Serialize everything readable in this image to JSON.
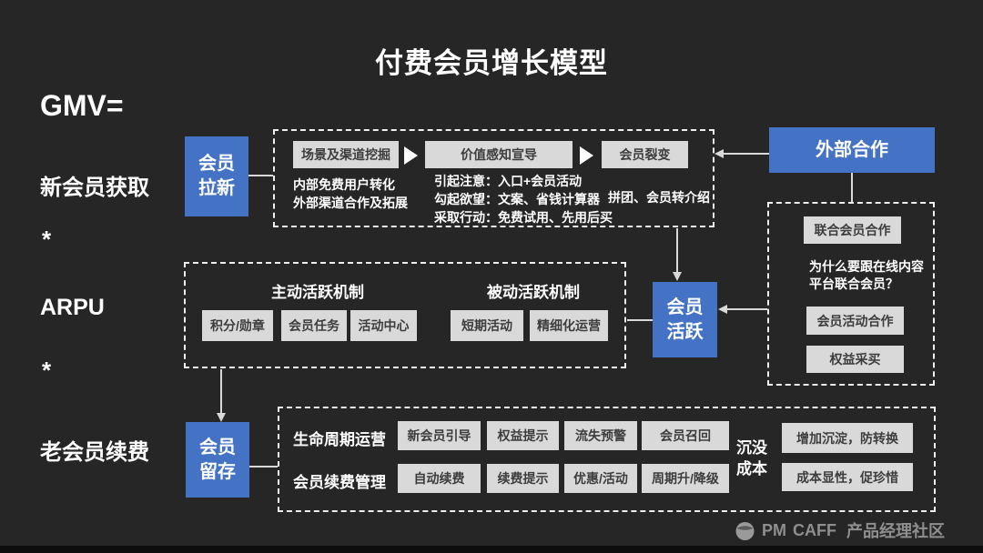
{
  "title": "付费会员增长模型",
  "formula": {
    "gmv": "GMV=",
    "new_member": "新会员获取",
    "times1": "*",
    "arpu": "ARPU",
    "times2": "*",
    "renewal": "老会员续费"
  },
  "nodes": {
    "acquisition": "会员\n拉新",
    "external": "外部合作",
    "active": "会员\n活跃",
    "retention": "会员\n留存"
  },
  "acquisition_panel": {
    "steps": [
      {
        "label": "场景及渠道挖掘",
        "note": "内部免费用户转化\n外部渠道合作及拓展"
      },
      {
        "label": "价值感知宣导",
        "note": "引起注意：入口+会员活动\n勾起欲望：文案、省钱计算器\n采取行动：免费试用、先用后买"
      },
      {
        "label": "会员裂变",
        "note": "拼团、会员转介绍"
      }
    ]
  },
  "active_panel": {
    "proactive": {
      "header": "主动活跃机制",
      "items": [
        "积分/勋章",
        "会员任务",
        "活动中心"
      ]
    },
    "passive": {
      "header": "被动活跃机制",
      "items": [
        "短期活动",
        "精细化运营"
      ]
    }
  },
  "external_panel": {
    "item1": "联合会员合作",
    "question": "为什么要跟在线内容\n平台联合会员？",
    "item2": "会员活动合作",
    "item3": "权益采买"
  },
  "retention_panel": {
    "row1": {
      "label": "生命周期运营",
      "items": [
        "新会员引导",
        "权益提示",
        "流失预警",
        "会员召回"
      ]
    },
    "row2": {
      "label": "会员续费管理",
      "items": [
        "自动续费",
        "续费提示",
        "优惠/活动",
        "周期升/降级"
      ]
    },
    "sunk_label": "沉没\n成本",
    "sunk_items": [
      "增加沉淀，防转换",
      "成本显性，促珍惜"
    ]
  },
  "footer": {
    "brand_pm": "PM",
    "brand_caff": "CAFF",
    "community": "产品经理社区"
  },
  "colors": {
    "background": "#262626",
    "node_blue": "#4472c4",
    "chip_gray": "#d9d9d9",
    "chip_text": "#3d3d3d",
    "line": "#d9d9d9",
    "dashed_border": "#efefef",
    "footer_text": "#8f8f8f"
  }
}
